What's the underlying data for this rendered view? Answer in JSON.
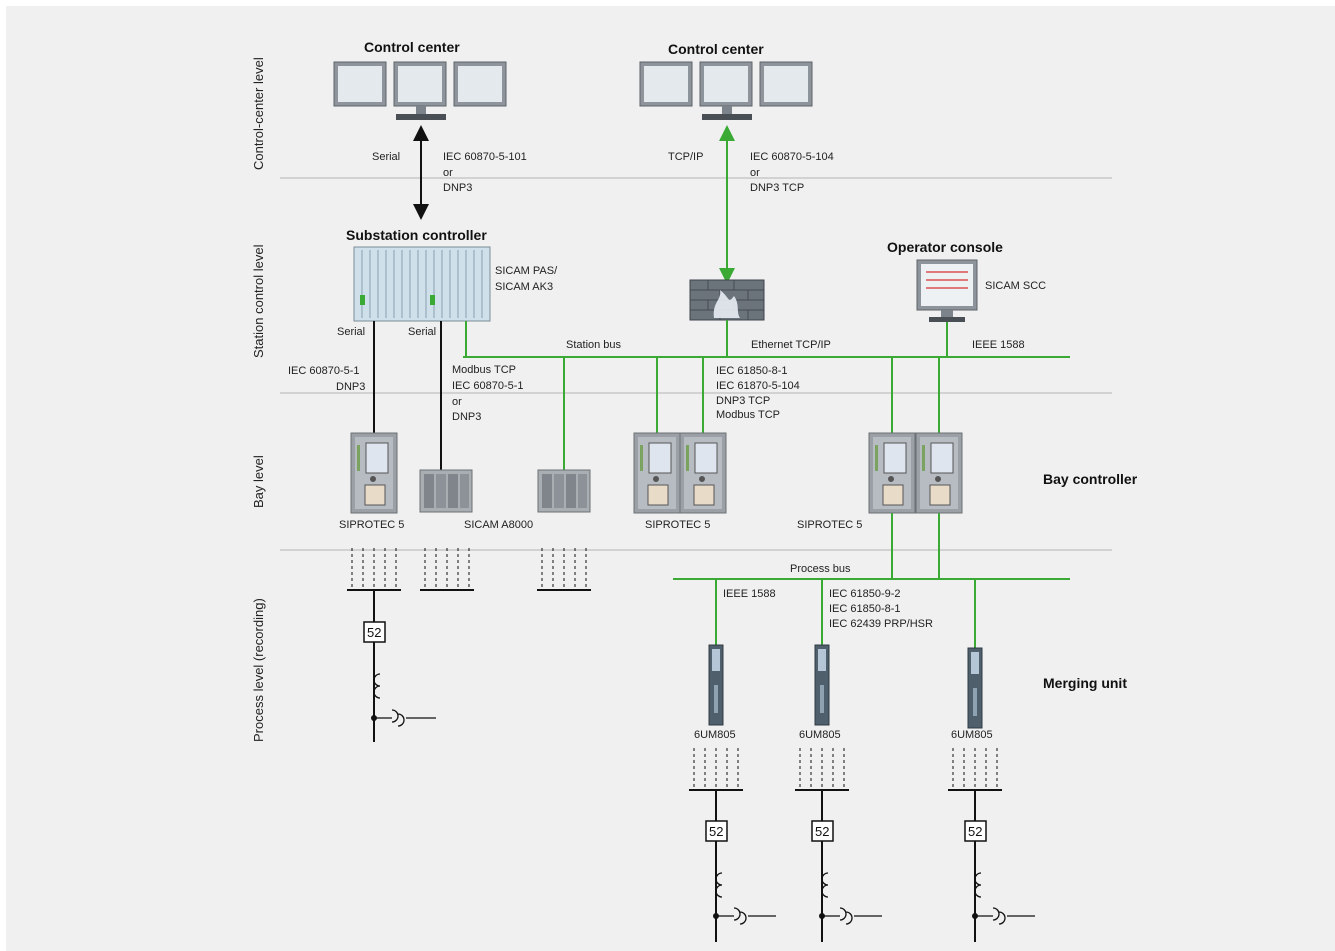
{
  "levels": {
    "control_center": "Control-center level",
    "station_control": "Station control level",
    "bay": "Bay level",
    "process": "Process level (recording)"
  },
  "headings": {
    "control_center_1": "Control center",
    "control_center_2": "Control center",
    "substation_controller": "Substation controller",
    "operator_console": "Operator console",
    "bay_controller": "Bay controller",
    "merging_unit": "Merging unit"
  },
  "labels": {
    "serial_top": "Serial",
    "iec101_1": "IEC 60870-5-101",
    "iec101_2": "or",
    "iec101_3": "DNP3",
    "tcpip": "TCP/IP",
    "iec104_1": "IEC 60870-5-104",
    "iec104_2": "or",
    "iec104_3": "DNP3 TCP",
    "sicam_pas_1": "SICAM PAS/",
    "sicam_pas_2": "SICAM AK3",
    "sicam_scc": "SICAM SCC",
    "serial_a": "Serial",
    "serial_b": "Serial",
    "station_bus": "Station bus",
    "ethernet": "Ethernet TCP/IP",
    "ieee1588_station": "IEEE 1588",
    "iec1_1": "IEC 60870-5-1",
    "iec1_2": "DNP3",
    "modbus_1": "Modbus TCP",
    "modbus_2": "IEC 60870-5-1",
    "modbus_3": "or",
    "modbus_4": "DNP3",
    "iec61850_1": "IEC 61850-8-1",
    "iec61850_2": "IEC 61870-5-104",
    "iec61850_3": "DNP3 TCP",
    "iec61850_4": "Modbus TCP",
    "siprotec_1": "SIPROTEC 5",
    "sicam_a8000": "SICAM A8000",
    "siprotec_2": "SIPROTEC 5",
    "siprotec_3": "SIPROTEC 5",
    "process_bus": "Process bus",
    "ieee1588_process": "IEEE 1588",
    "pb_1": "IEC 61850-9-2",
    "pb_2": "IEC 61850-8-1",
    "pb_3": "IEC 62439 PRP/HSR",
    "mu_1": "6UM805",
    "mu_2": "6UM805",
    "mu_3": "6UM805",
    "breaker_1": "52",
    "breaker_2": "52",
    "breaker_3": "52",
    "breaker_4": "52"
  },
  "colors": {
    "background": "#f0f0f0",
    "bus_green": "#3aaa35",
    "separator": "#c8c8c8",
    "black_link": "#111111"
  }
}
